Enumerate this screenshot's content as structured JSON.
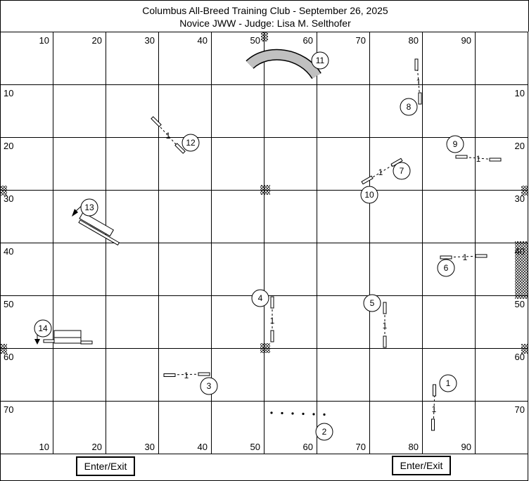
{
  "header": {
    "title": "Columbus All-Breed Training Club - September 26, 2025",
    "subtitle": "Novice JWW - Judge: Lisa M. Selthofer"
  },
  "ruler": {
    "top_labels": [
      "10",
      "20",
      "30",
      "40",
      "50",
      "60",
      "70",
      "80",
      "90"
    ],
    "bottom_labels": [
      "10",
      "20",
      "30",
      "40",
      "50",
      "60",
      "70",
      "80",
      "90"
    ],
    "left_labels": [
      "10",
      "20",
      "30",
      "40",
      "50",
      "60",
      "70"
    ],
    "right_labels": [
      "10",
      "20",
      "30",
      "40",
      "50",
      "60",
      "70"
    ]
  },
  "jumps": [
    {
      "number": "1",
      "bar_label": "1"
    },
    {
      "number": "3",
      "bar_label": "1"
    },
    {
      "number": "4",
      "bar_label": "1"
    },
    {
      "number": "5",
      "bar_label": "1"
    },
    {
      "number": "6",
      "bar_label": "1"
    },
    {
      "number": "7",
      "bar_label": "1"
    },
    {
      "number": "8",
      "bar_label": "1"
    },
    {
      "number": "9",
      "bar_label": "1"
    },
    {
      "number": "10",
      "bar_label": ""
    },
    {
      "number": "12",
      "bar_label": "1"
    }
  ],
  "obstacles": {
    "weave_number": "2",
    "tunnel_number": "11",
    "tire_number": "13",
    "double_number": "14"
  },
  "footer": {
    "enter_exit_left": "Enter/Exit",
    "enter_exit_right": "Enter/Exit"
  },
  "colors": {
    "grid": "#000000",
    "tunnel_fill": "#c0c0c0",
    "background": "#ffffff"
  }
}
